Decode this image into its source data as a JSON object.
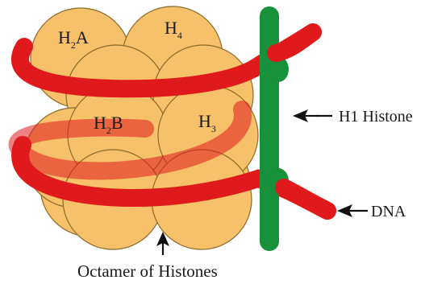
{
  "histones": {
    "h2a": {
      "base": "H",
      "sub": "2",
      "suffix": "A"
    },
    "h4": {
      "base": "H",
      "sub": "4",
      "suffix": ""
    },
    "h2b": {
      "base": "H",
      "sub": "2",
      "suffix": "B"
    },
    "h3": {
      "base": "H",
      "sub": "3",
      "suffix": ""
    }
  },
  "labels": {
    "h1": "H1 Histone",
    "dna": "DNA",
    "octamer": "Octamer of Histones"
  },
  "colors": {
    "histone_fill": "#f7c16a",
    "histone_stroke": "#8a6a2a",
    "dna": "#e0191c",
    "h1": "#17913a",
    "arrow": "#111111"
  }
}
